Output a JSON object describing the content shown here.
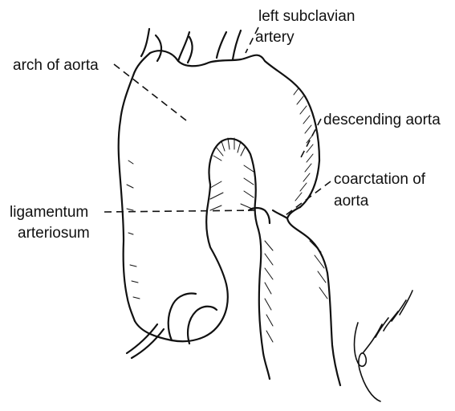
{
  "figure": {
    "ink_color": "#111111",
    "background": "#ffffff",
    "labels": {
      "left_subclavian_artery": [
        "left subclavian",
        "artery"
      ],
      "arch_of_aorta": "arch of aorta",
      "descending_aorta": "descending aorta",
      "coarctation_of_aorta": [
        "coarctation of",
        "aorta"
      ],
      "ligamentum_arteriosum": [
        "ligamentum",
        "arteriosum"
      ]
    }
  }
}
